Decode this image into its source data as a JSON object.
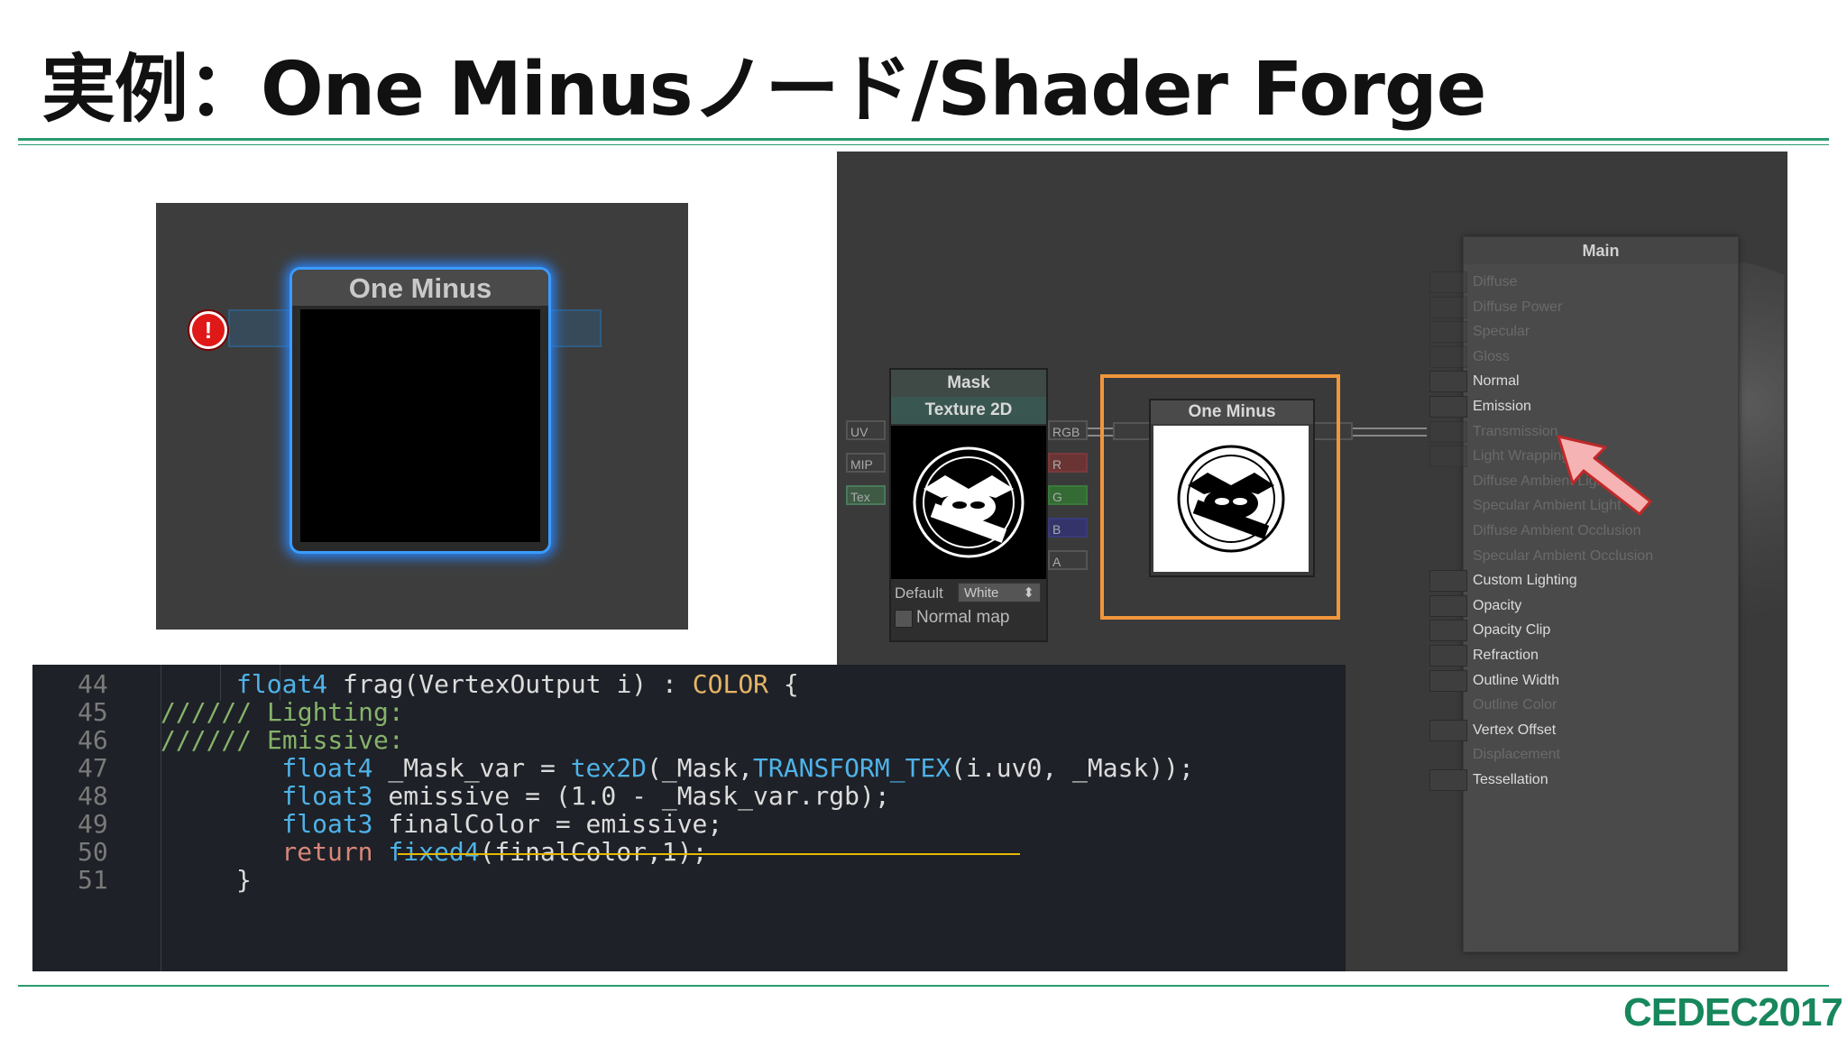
{
  "slide": {
    "title": "実例：One Minusノード/Shader Forge",
    "footer_logo": "CEDEC2017",
    "accent_color": "#2a9b6e"
  },
  "left_node": {
    "title": "One Minus",
    "warning_glyph": "!",
    "glow_color": "#3a9cff"
  },
  "editor": {
    "mask_node": {
      "title": "Mask",
      "subtitle": "Texture 2D",
      "inputs": [
        "UV",
        "MIP",
        "Tex"
      ],
      "outputs": [
        "RGB",
        "R",
        "G",
        "B",
        "A"
      ],
      "default_label": "Default",
      "default_value": "White",
      "normal_map_label": "Normal map"
    },
    "one_minus_node": {
      "title": "One Minus"
    },
    "main_panel": {
      "title": "Main",
      "rows": [
        {
          "label": "Diffuse",
          "active": false,
          "slot": true
        },
        {
          "label": "Diffuse Power",
          "active": false,
          "slot": true
        },
        {
          "label": "Specular",
          "active": false,
          "slot": true
        },
        {
          "label": "Gloss",
          "active": false,
          "slot": true
        },
        {
          "label": "Normal",
          "active": true,
          "slot": true
        },
        {
          "label": "Emission",
          "active": true,
          "slot": true
        },
        {
          "label": "Transmission",
          "active": false,
          "slot": true
        },
        {
          "label": "Light Wrapping",
          "active": false,
          "slot": true
        },
        {
          "label": "Diffuse Ambient Light",
          "active": false,
          "slot": false
        },
        {
          "label": "Specular Ambient Light",
          "active": false,
          "slot": false
        },
        {
          "label": "Diffuse Ambient Occlusion",
          "active": false,
          "slot": false
        },
        {
          "label": "Specular Ambient Occlusion",
          "active": false,
          "slot": false
        },
        {
          "label": "Custom Lighting",
          "active": true,
          "slot": true
        },
        {
          "label": "Opacity",
          "active": true,
          "slot": true
        },
        {
          "label": "Opacity Clip",
          "active": true,
          "slot": true
        },
        {
          "label": "Refraction",
          "active": true,
          "slot": true
        },
        {
          "label": "Outline Width",
          "active": true,
          "slot": true
        },
        {
          "label": "Outline Color",
          "active": false,
          "slot": false
        },
        {
          "label": "Vertex Offset",
          "active": true,
          "slot": true
        },
        {
          "label": "Displacement",
          "active": false,
          "slot": false
        },
        {
          "label": "Tessellation",
          "active": true,
          "slot": true
        }
      ]
    },
    "highlight_color": "#f0963c"
  },
  "code": {
    "lines": [
      {
        "num": "44",
        "indent": 5,
        "tokens": [
          {
            "t": "float4",
            "c": "#4fb2e8"
          },
          {
            "t": " frag(VertexOutput i) ",
            "c": "#dcdcdc"
          },
          {
            "t": ":",
            "c": "#dcdcdc"
          },
          {
            "t": " COLOR",
            "c": "#e5b567"
          },
          {
            "t": " {",
            "c": "#dcdcdc"
          }
        ]
      },
      {
        "num": "45",
        "indent": 0,
        "tokens": [
          {
            "t": "////// Lighting:",
            "c": "#86b36a"
          }
        ]
      },
      {
        "num": "46",
        "indent": 0,
        "tokens": [
          {
            "t": "////// Emissive:",
            "c": "#86b36a"
          }
        ]
      },
      {
        "num": "47",
        "indent": 8,
        "tokens": [
          {
            "t": "float4",
            "c": "#4fb2e8"
          },
          {
            "t": " _Mask_var = ",
            "c": "#dcdcdc"
          },
          {
            "t": "tex2D",
            "c": "#4fb2e8"
          },
          {
            "t": "(_Mask,",
            "c": "#dcdcdc"
          },
          {
            "t": "TRANSFORM_TEX",
            "c": "#4fb2e8"
          },
          {
            "t": "(i.uv0, _Mask));",
            "c": "#dcdcdc"
          }
        ]
      },
      {
        "num": "48",
        "indent": 8,
        "tokens": [
          {
            "t": "float3",
            "c": "#4fb2e8"
          },
          {
            "t": " emissive = (1.0 - _Mask_var.rgb);",
            "c": "#dcdcdc"
          }
        ]
      },
      {
        "num": "49",
        "indent": 8,
        "tokens": [
          {
            "t": "float3",
            "c": "#4fb2e8"
          },
          {
            "t": " finalColor = emissive;",
            "c": "#dcdcdc"
          }
        ]
      },
      {
        "num": "50",
        "indent": 8,
        "tokens": [
          {
            "t": "return",
            "c": "#d9867a"
          },
          {
            "t": " ",
            "c": "#dcdcdc"
          },
          {
            "t": "fixed4",
            "c": "#4fb2e8"
          },
          {
            "t": "(finalColor,1);",
            "c": "#dcdcdc"
          }
        ]
      },
      {
        "num": "51",
        "indent": 5,
        "tokens": [
          {
            "t": "}",
            "c": "#dcdcdc"
          }
        ]
      }
    ],
    "underline_color": "#e6b800"
  }
}
